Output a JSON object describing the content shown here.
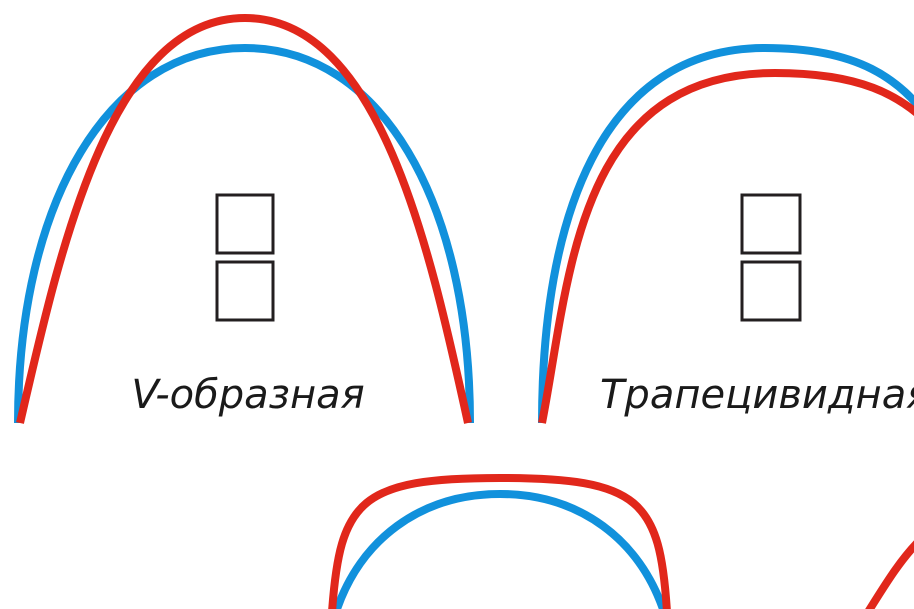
{
  "diagram": {
    "colors": {
      "blue_arch": "#1191dc",
      "red_arch": "#e1271b",
      "tooth_outline": "#231f20",
      "label_text": "#1a1a1a",
      "background": "#ffffff"
    },
    "panels": [
      {
        "id": "v-shaped",
        "label": "V-образная"
      },
      {
        "id": "trapezoidal",
        "label": "Трапецивидная"
      },
      {
        "id": "bottom-center",
        "label": ""
      },
      {
        "id": "bottom-right",
        "label": ""
      }
    ]
  }
}
